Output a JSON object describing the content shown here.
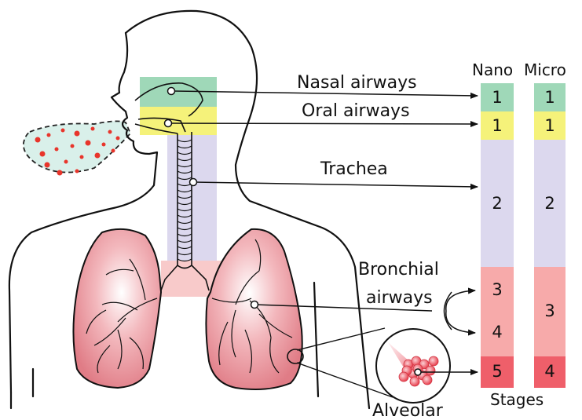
{
  "labels": {
    "nasal": "Nasal airways",
    "oral": "Oral airways",
    "trachea": "Trachea",
    "bronchial_line1": "Bronchial",
    "bronchial_line2": "airways",
    "alveolar": "Alveolar"
  },
  "columns": {
    "nano": "Nano",
    "micro": "Micro",
    "footer": "Stages"
  },
  "nano_stages": [
    "1",
    "1",
    "2",
    "3",
    "4",
    "5"
  ],
  "micro_stages": [
    "1",
    "1",
    "2",
    "3",
    "4"
  ],
  "colors": {
    "nasal": "#9fd8b8",
    "oral": "#f5f27a",
    "trachea": "#dcd8ee",
    "bronchial": "#f7aaaa",
    "alveolar": "#ef5f6a",
    "lung": "#e88a92",
    "droplets": "#e8352b",
    "aerosol_cloud": "#d6efe8"
  }
}
